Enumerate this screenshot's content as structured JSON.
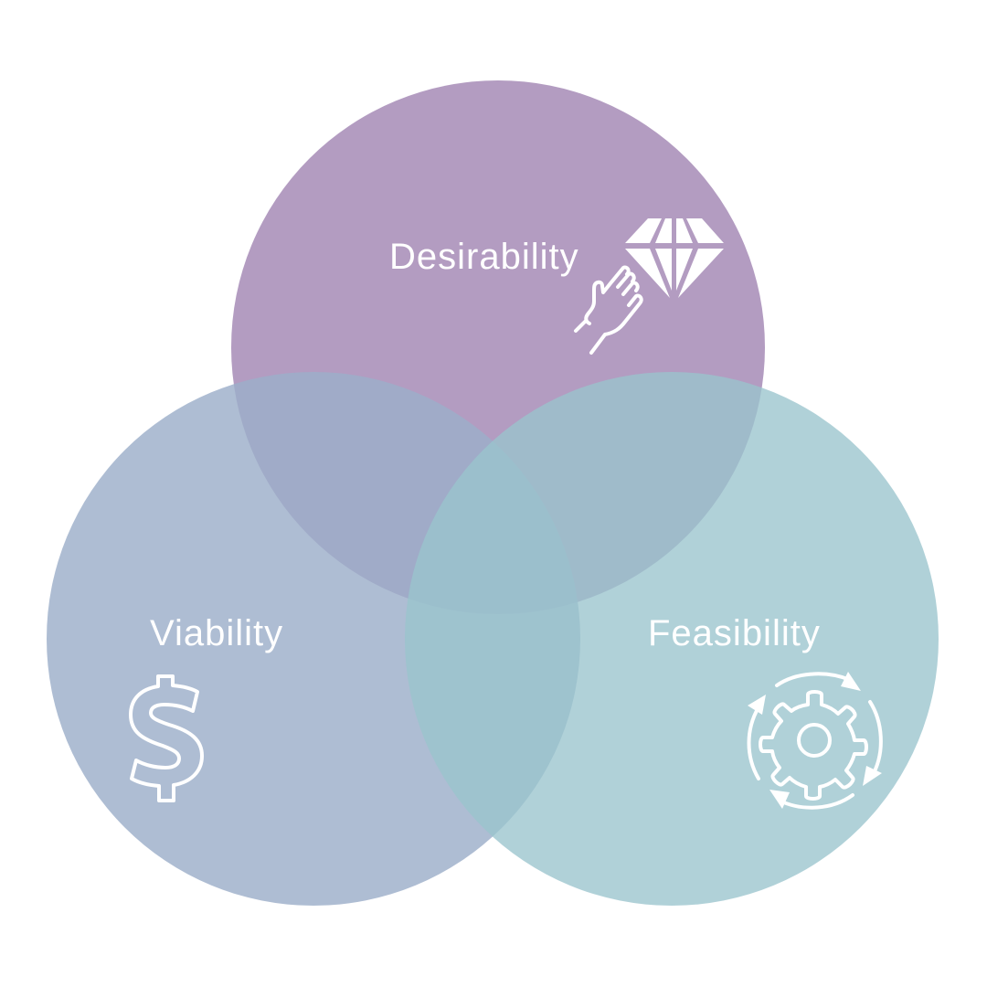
{
  "diagram": {
    "type": "venn",
    "sets": [
      {
        "id": "desirability",
        "label": "Desirability",
        "color": "#a286b3",
        "icon": "diamond-hand-icon"
      },
      {
        "id": "viability",
        "label": "Viability",
        "color": "#9cafc9",
        "icon": "dollar-icon"
      },
      {
        "id": "feasibility",
        "label": "Feasibility",
        "color": "#9ac4cd",
        "icon": "gear-cycle-icon"
      }
    ],
    "background": "#ffffff",
    "text_color": "#ffffff"
  }
}
